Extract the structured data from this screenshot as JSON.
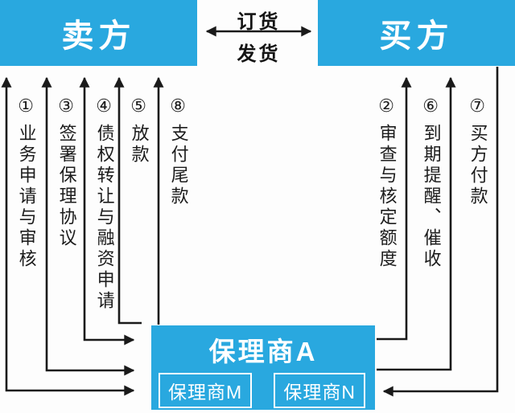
{
  "colors": {
    "accent_blue": "#29a8df",
    "box_text": "#ffffff",
    "line_color": "#1a1a1a",
    "label_text": "#1c1c1c"
  },
  "seller": {
    "label": "卖方"
  },
  "buyer": {
    "label": "买方"
  },
  "trade": {
    "top_label": "订货",
    "bottom_label": "发货"
  },
  "left_flows": [
    {
      "num": "①",
      "label": "业务申请与审核"
    },
    {
      "num": "③",
      "label": "签署保理协议"
    },
    {
      "num": "④",
      "label": "债权转让与融资申请"
    },
    {
      "num": "⑤",
      "label": "放款"
    },
    {
      "num": "⑧",
      "label": "支付尾款"
    }
  ],
  "right_flows": [
    {
      "num": "②",
      "label": "审查与核定额度"
    },
    {
      "num": "⑥",
      "label": "到期提醒、催收"
    },
    {
      "num": "⑦",
      "label": "买方付款"
    }
  ],
  "factor": {
    "label": "保理商A",
    "subs": [
      "保理商M",
      "保理商N"
    ]
  }
}
